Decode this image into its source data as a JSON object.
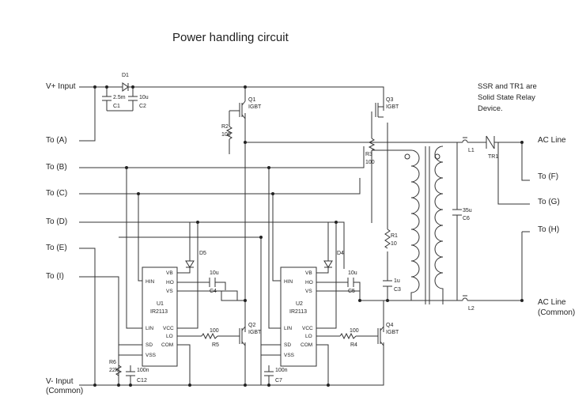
{
  "title": "Power handling circuit",
  "ports": {
    "v_plus": "V+ Input",
    "a": "To  (A)",
    "b": "To  (B)",
    "c": "To  (C)",
    "d": "To  (D)",
    "e": "To  (E)",
    "i": "To  (I)",
    "v_minus": "V- Input",
    "v_minus_sub": "(Common)",
    "f": "To  (F)",
    "g": "To  (G)",
    "h": "To  (H)",
    "ac_line": "AC Line",
    "ac_common": "AC Line",
    "ac_common_sub": "(Common)"
  },
  "note": [
    "SSR and TR1 are",
    "Solid State Relay",
    "Device."
  ],
  "components": {
    "D1": "D1",
    "C1_val": "2.5m",
    "C1": "C1",
    "C2_val": "10u",
    "C2": "C2",
    "Q1": "Q1",
    "Q1_type": "IGBT",
    "Q2": "Q2",
    "Q2_type": "IGBT",
    "Q3": "Q3",
    "Q3_type": "IGBT",
    "Q4": "Q4",
    "Q4_type": "IGBT",
    "R2": "R2",
    "R2_val": "100",
    "R3": "R3",
    "R3_val": "100",
    "R1": "R1",
    "R1_val": "10",
    "R5": "R5",
    "R5_val": "100",
    "R4": "R4",
    "R4_val": "100",
    "R6": "R6",
    "R6_val": "22k",
    "D5": "D5",
    "D4": "D4",
    "C4": "C4",
    "C4_val": "10u",
    "C5": "C5",
    "C5_val": "10u",
    "C3": "C3",
    "C3_val": "1u",
    "C6": "C6",
    "C6_val": "35u",
    "C7": "C7",
    "C7_val": "100n",
    "C12": "C12",
    "C12_val": "100n",
    "L1": "L1",
    "L2": "L2",
    "TR1": "TR1",
    "U1": "U1",
    "U1_part": "IR2113",
    "U2": "U2",
    "U2_part": "IR2113"
  },
  "ic_pins": {
    "hin": "HIN",
    "lin": "LIN",
    "sd": "SD",
    "vss": "VSS",
    "vb": "VB",
    "ho": "HO",
    "vs": "VS",
    "vcc": "VCC",
    "lo": "LO",
    "com": "COM"
  }
}
